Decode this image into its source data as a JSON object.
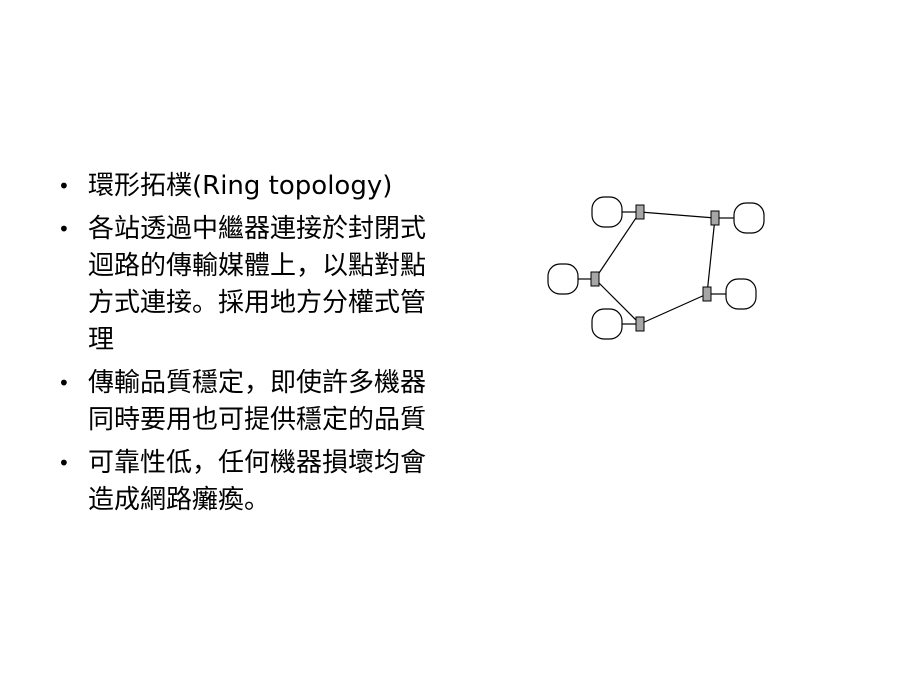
{
  "bullets": [
    "環形拓樸(Ring topology)",
    "各站透過中繼器連接於封閉式迴路的傳輸媒體上，以點對點方式連接。採用地方分權式管理",
    "傳輸品質穩定，即使許多機器同時要用也可提供穩定的品質",
    "可靠性低，任何機器損壞均會造成網路癱瘓。"
  ],
  "bullet_symbol": "•",
  "colors": {
    "text": "#000000",
    "repeater_fill": "#a6a6a6",
    "line": "#000000",
    "background": "#ffffff"
  }
}
